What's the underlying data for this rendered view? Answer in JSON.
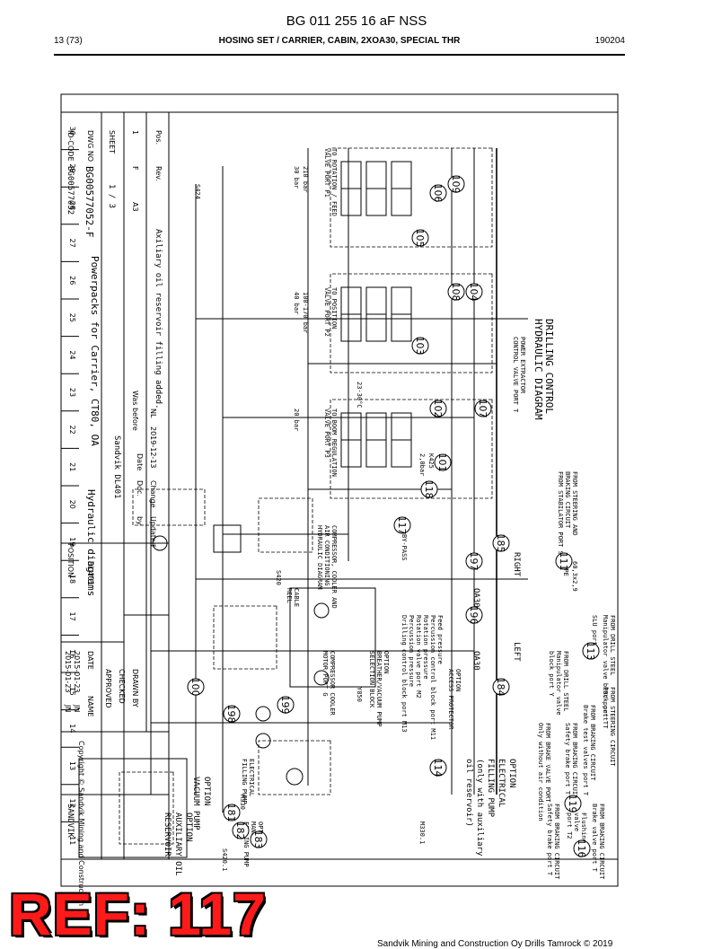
{
  "header": {
    "doc_title": "BG 011 255 16 aF NSS",
    "page": "13 (73)",
    "title": "HOSING SET / CARRIER, CABIN, 2XOA30, SPECIAL THR",
    "date": "190204"
  },
  "ref_stamp": "REF: 117",
  "footer_text": "Sandvik Mining and Construction Oy Drills Tamrock © 2019",
  "grid_numbers": [
    "11",
    "12",
    "13",
    "14",
    "15",
    "16",
    "17",
    "18",
    "19",
    "20",
    "21",
    "22",
    "23",
    "24",
    "25",
    "26",
    "27",
    "28",
    "29",
    "30"
  ],
  "callouts": [
    "116",
    "119",
    "113",
    "111",
    "185",
    "197",
    "196",
    "184",
    "114",
    "118",
    "117",
    "199",
    "198",
    "100",
    "181",
    "182",
    "183",
    "107",
    "101",
    "102",
    "103",
    "104",
    "108",
    "109",
    "105",
    "106"
  ],
  "diagram_title": [
    "DRILLING CONTROL",
    "HYDRAULIC DIAGRAM"
  ],
  "labels": {
    "drill_steel_manip": [
      "FROM DRILL STEEL",
      "Manipulator valve block port T"
    ],
    "steering_t": [
      "FROM STEERING CIRCUIT",
      "PRV port T"
    ],
    "braking_circ1": [
      "FROM BRAKING CIRCUIT",
      "Brake test valves port T"
    ],
    "braking_circ2": [
      "FROM BRAKING CIRCUIT",
      "Safety brake port T"
    ],
    "drill_steel_y": [
      "FROM DRILL STEEL",
      "Manipulator valve",
      "block port Y"
    ],
    "brake_valve": [
      "FROM BRAKE VALVE PORT",
      "Only without air condition"
    ],
    "braking_x12": [
      "FROM BRAKING CIRCUIT",
      "Brake valve port T"
    ],
    "flushing": [
      "Flushing",
      "valve",
      "port T2"
    ],
    "braking_x11": [
      "FROM BRAKING CIRCUIT",
      "Safety brake port T"
    ],
    "steering_braking": [
      "FROM STEERING AND",
      "BRAKING CIRCUIT"
    ],
    "stabilator": [
      "FROM STABILATOR PORT S"
    ],
    "slu": "SLU port T",
    "pipe": "PIPE",
    "pipe_size": "60,3x2,9",
    "feed_pressure": "Feed pressure",
    "perc_port": "Percussion control block port M11",
    "rotation_pressure": "Rotation pressure",
    "rotation_valve": "Rotation valve port M2",
    "percussion_pressure": "Percussion pressure",
    "drilling_control": "Drilling control block port M13",
    "access_protector": "ACCESS PROTECTOR",
    "option": "OPTION",
    "left": "LEFT",
    "right": "RIGHT",
    "oa30": "OA30",
    "bypass": "BY-PASS",
    "breather": [
      "OPTION",
      "BREATHER/VACUUM PUMP",
      "SELECTION BLOCK"
    ],
    "compressor_cooler": [
      "COMPRESSOR COOLER",
      "MOTOR PORT G"
    ],
    "y850": "Y850",
    "cable_reel": [
      "CABLE",
      "REEL"
    ],
    "s420": "S420",
    "k425": "K425",
    "k425_val": "2,0bar",
    "elec_filling": [
      "OPTION",
      "ELECTRICAL",
      "FILLING PUMP",
      "(only with auxiliary",
      "oil reservoir)"
    ],
    "m330_1": "M330.1",
    "m330": "M330",
    "elec_filling_pump": [
      "ELECTRICAL",
      "FILLING PUMP"
    ],
    "manual_filling": [
      "OPTION",
      "MANUAL",
      "FILLING PUMP"
    ],
    "aux_res": [
      "OPTION",
      "AUXILIARY OIL",
      "RESERVOIR"
    ],
    "vacuum_pump": [
      "OPTION",
      "VACUUM PUMP"
    ],
    "s420_1": "S420.1",
    "s424": "S424",
    "rotation_feed": [
      "TO ROTATION / FEED",
      "VALVE PORT P1"
    ],
    "position": [
      "TO POSITION",
      "VALVE PORT P2"
    ],
    "boom_regulation": [
      "TO BOOM REGULATION",
      "VALVE PORT P3"
    ],
    "compressor_air": [
      "COMPRESSOR, COOLER AND",
      "AIR CONDITIONING",
      "HYDRAULIC DIAGRAM"
    ],
    "power_extractor": [
      "POWER EXTRACTOR",
      "CONTROL VALVE PORT T"
    ],
    "temp": "23-30°C",
    "pressures": [
      "210 bar",
      "30 bar",
      "100-170 bar",
      "40 bar",
      "20 bar"
    ]
  },
  "title_block": {
    "change": "Axiliary oil reservoir filling added.",
    "was_before": "Was before",
    "updated_label": "Updated",
    "change_label": "Change",
    "by_label": "by",
    "doc_label": "Doc.",
    "date_label": "Date",
    "change_date": "2019-12-13",
    "change_by": "NL",
    "sheet": "1 / 3",
    "sheet_label": "SHEET",
    "dwg_label": "DWG NO",
    "dwg_no": "BG00577052-F",
    "id_label": "ID-CODE",
    "id_code": "BG00577052",
    "pos_label": "Pos.",
    "rev_label": "Rev.",
    "format": "A3",
    "rev": "F",
    "pos_num": "1",
    "product": "Sandvik DL401",
    "subtitle": "Powerpacks for Carrier, CT80, OA",
    "section": "Hydraulic diagrams",
    "model": "DL401",
    "position_lbl": "POSITION",
    "drawn": "DRAWN BY",
    "checked": "CHECKED",
    "approved": "APPROVED",
    "date_col": "DATE",
    "name_col": "NAME",
    "drawn_date": "2015-01-23",
    "checked_date": "2015-01-23",
    "drawn_by": "JN",
    "checked_by": "JN",
    "sandvik": "SANDVIK",
    "copyright": "Copyright © Sandvik Mining and Construction"
  }
}
